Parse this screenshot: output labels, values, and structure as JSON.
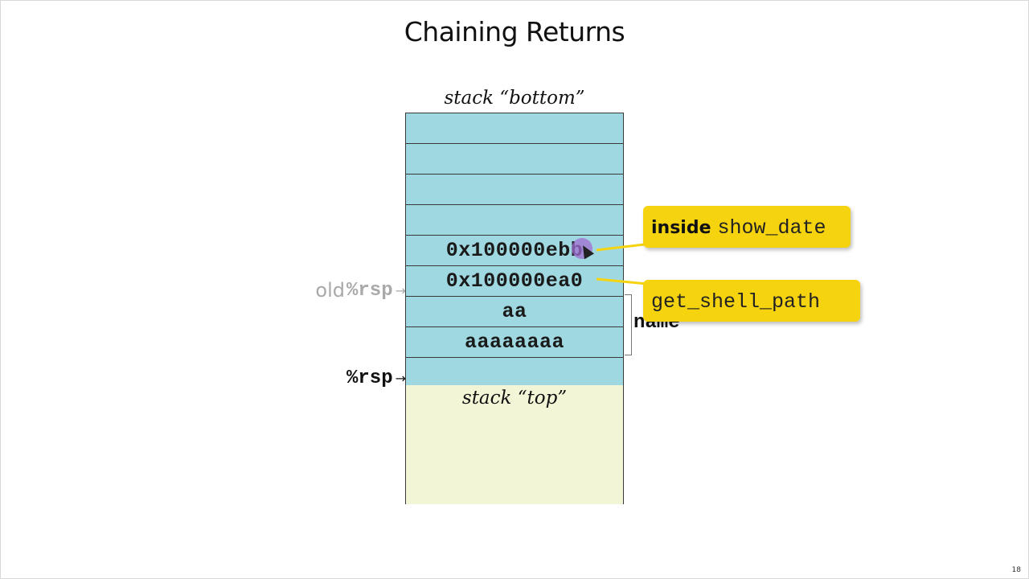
{
  "slide": {
    "title": "Chaining Returns",
    "page_number": "18"
  },
  "stack": {
    "bottom_caption": "stack “bottom”",
    "top_caption": "stack “top”",
    "cells": [
      "",
      "",
      "",
      "",
      "0x100000ebb",
      "0x100000ea0",
      "aa",
      "aaaaaaaa",
      ""
    ],
    "colors": {
      "used": "#9fd8e0",
      "free": "#f2f5d6"
    }
  },
  "pointers": {
    "old_prefix": "old",
    "old_register": "%rsp",
    "current_register": "%rsp"
  },
  "annotations": {
    "name_label": "name",
    "callout_1_prefix": "inside",
    "callout_1_code": "show_date",
    "callout_2_code": "get_shell_path",
    "callout_color": "#f5d40f"
  }
}
